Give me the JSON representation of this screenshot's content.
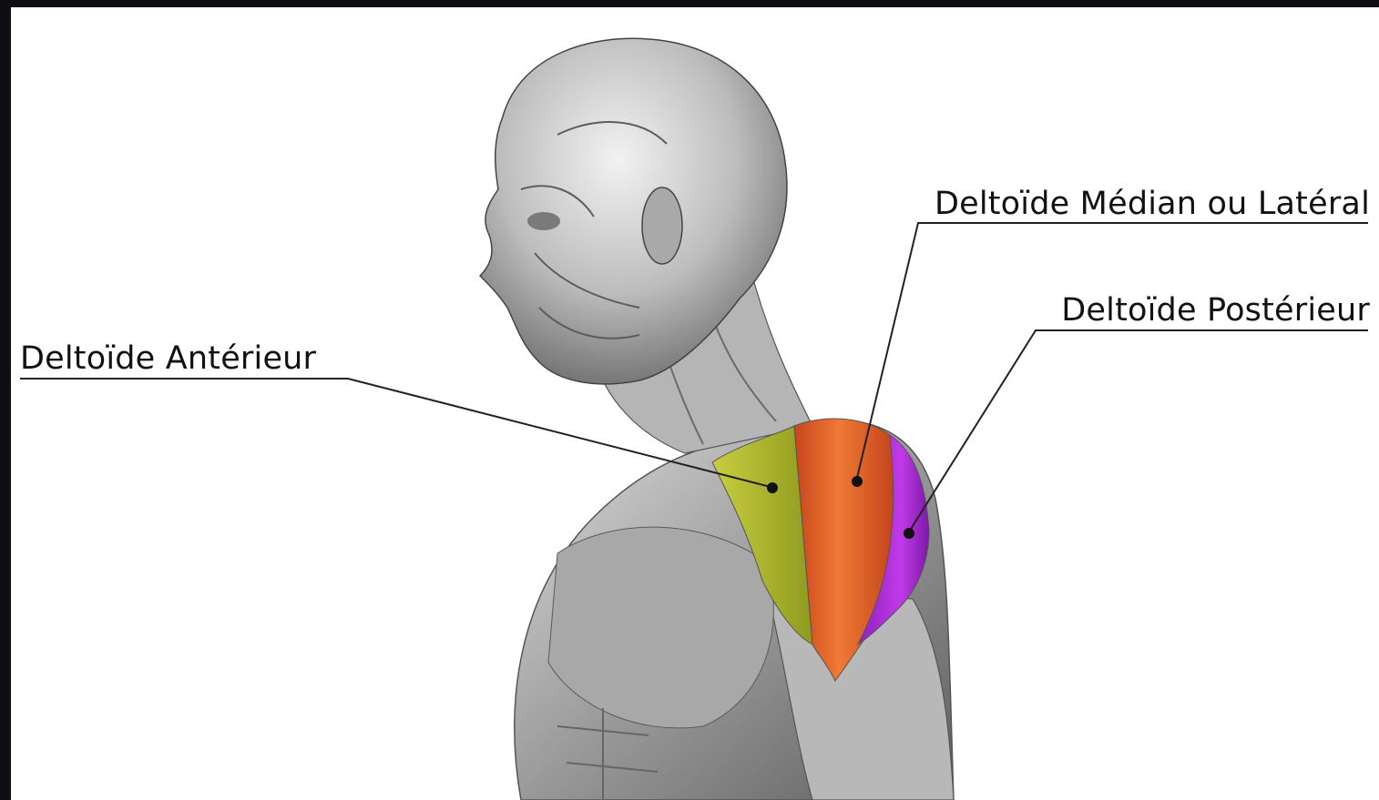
{
  "labels": {
    "anterior": "Deltoïde Antérieur",
    "median": "Deltoïde Médian ou Latéral",
    "posterior": "Deltoïde Postérieur"
  },
  "colors": {
    "anterior": "#aab22c",
    "median": "#e2622a",
    "posterior": "#a82ad6",
    "background": "#ffffff",
    "frame": "#0f0f13"
  }
}
